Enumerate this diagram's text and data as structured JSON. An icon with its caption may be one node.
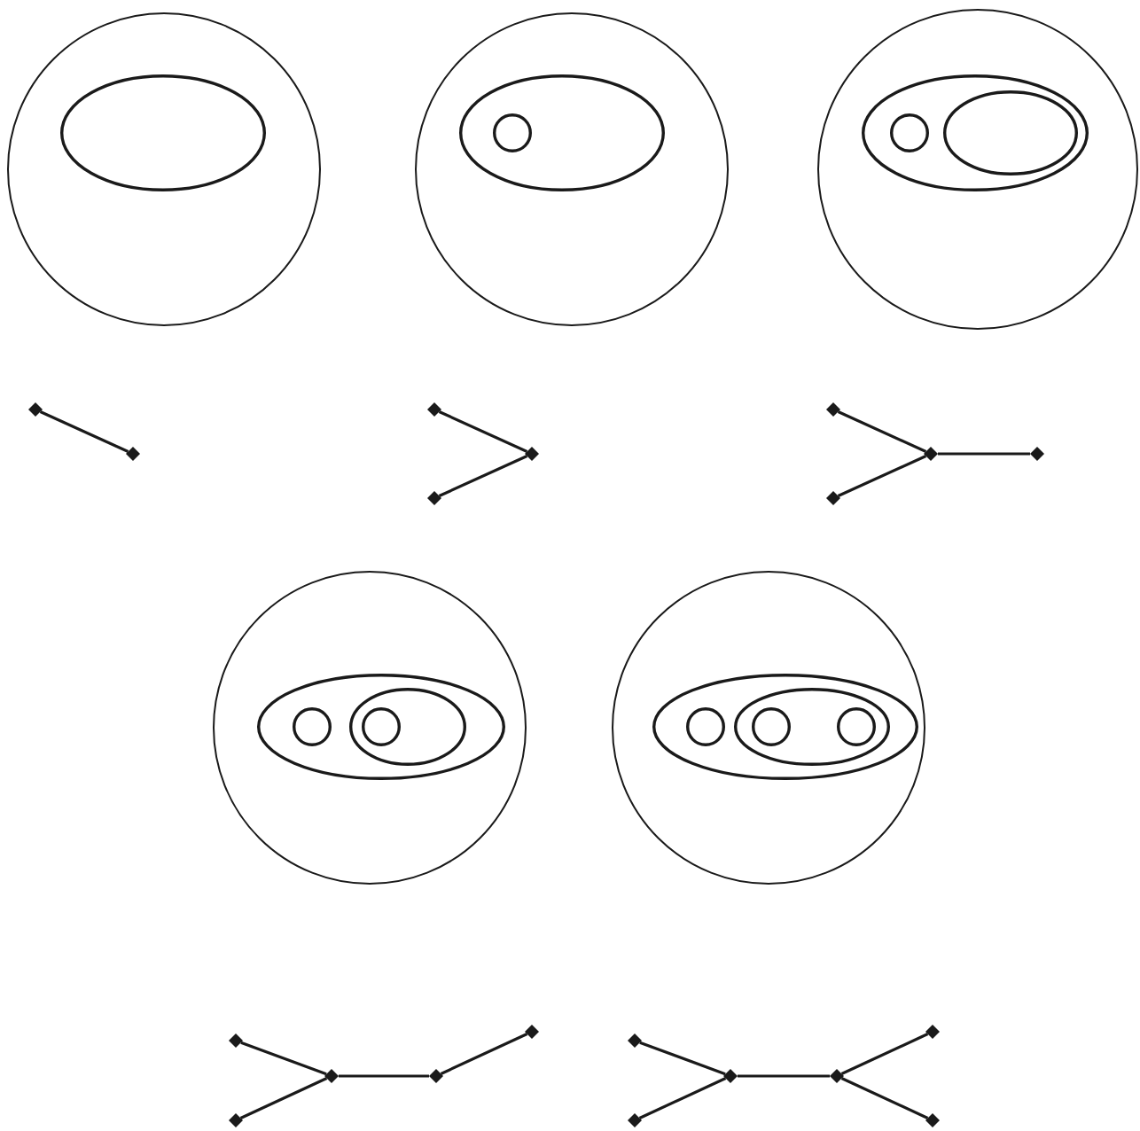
{
  "diagram": {
    "nodes": [
      {
        "text": [],
        "shape": "circle"
      },
      {
        "text": [],
        "shape": "ellipse",
        "in": 0
      },
      {
        "text": [],
        "shape": "circle"
      },
      {
        "text": [],
        "shape": "ellipse",
        "in": 2
      },
      {
        "text": [],
        "shape": "circle",
        "in": 3
      },
      {
        "text": [],
        "shape": "circle"
      },
      {
        "text": [],
        "shape": "ellipse",
        "in": 5
      },
      {
        "text": [],
        "shape": "circle",
        "in": 6
      },
      {
        "text": [],
        "shape": "ellipse",
        "in": 6
      },
      {
        "text": [],
        "shape": "diamond"
      },
      {
        "text": [],
        "shape": "diamond"
      },
      {
        "text": [],
        "shape": "diamond"
      },
      {
        "text": [],
        "shape": "diamond"
      },
      {
        "text": [],
        "shape": "diamond"
      },
      {
        "text": [],
        "shape": "diamond"
      },
      {
        "text": [],
        "shape": "diamond"
      },
      {
        "text": [],
        "shape": "diamond"
      },
      {
        "text": [],
        "shape": "diamond"
      },
      {
        "text": [],
        "shape": "circle"
      },
      {
        "text": [],
        "shape": "ellipse",
        "in": 18
      },
      {
        "text": [],
        "shape": "circle",
        "in": 19
      },
      {
        "text": [],
        "shape": "ellipse",
        "in": 19
      },
      {
        "text": [],
        "shape": "circle",
        "in": 21
      },
      {
        "text": [],
        "shape": "circle"
      },
      {
        "text": [],
        "shape": "ellipse",
        "in": 23
      },
      {
        "text": [],
        "shape": "circle",
        "in": 24
      },
      {
        "text": [],
        "shape": "ellipse",
        "in": 24
      },
      {
        "text": [],
        "shape": "circle",
        "in": 26
      },
      {
        "text": [],
        "shape": "circle",
        "in": 26
      },
      {
        "text": [],
        "shape": "diamond"
      },
      {
        "text": [],
        "shape": "diamond"
      },
      {
        "text": [],
        "shape": "diamond"
      },
      {
        "text": [],
        "shape": "diamond"
      },
      {
        "text": [],
        "shape": "diamond"
      },
      {
        "text": [],
        "shape": "diamond"
      },
      {
        "text": [],
        "shape": "diamond"
      },
      {
        "text": [],
        "shape": "diamond"
      },
      {
        "text": [],
        "shape": "diamond"
      },
      {
        "text": [],
        "shape": "diamond"
      },
      {
        "text": [],
        "shape": "diamond"
      }
    ],
    "edges": [
      {
        "from": 9,
        "to": 10,
        "arrow": "none"
      },
      {
        "from": 11,
        "to": 13,
        "arrow": "none"
      },
      {
        "from": 12,
        "to": 13,
        "arrow": "none"
      },
      {
        "from": 14,
        "to": 16,
        "arrow": "none"
      },
      {
        "from": 15,
        "to": 16,
        "arrow": "none"
      },
      {
        "from": 16,
        "to": 17,
        "arrow": "none"
      },
      {
        "from": 29,
        "to": 31,
        "arrow": "none"
      },
      {
        "from": 30,
        "to": 31,
        "arrow": "none"
      },
      {
        "from": 31,
        "to": 32,
        "arrow": "none"
      },
      {
        "from": 32,
        "to": 33,
        "arrow": "none"
      },
      {
        "from": 34,
        "to": 36,
        "arrow": "none"
      },
      {
        "from": 35,
        "to": 36,
        "arrow": "none"
      },
      {
        "from": 36,
        "to": 37,
        "arrow": "none"
      },
      {
        "from": 37,
        "to": 38,
        "arrow": "none"
      },
      {
        "from": 37,
        "to": 39,
        "arrow": "none"
      }
    ]
  }
}
